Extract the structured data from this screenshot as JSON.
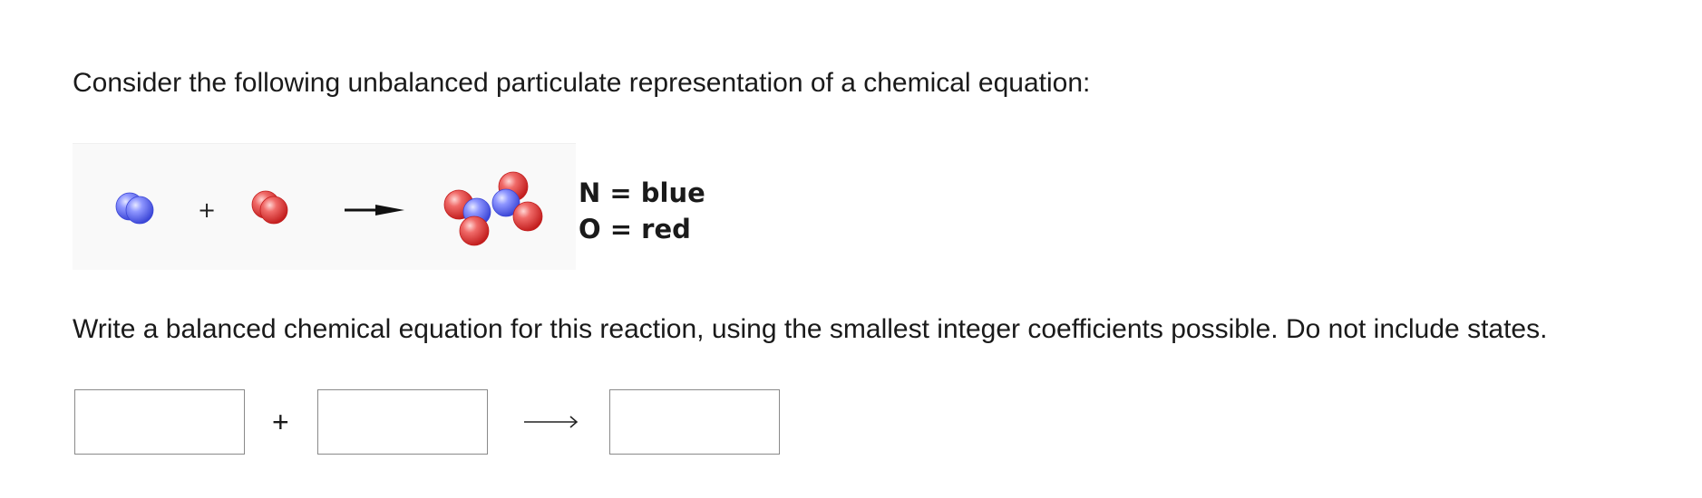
{
  "question": {
    "prompt": "Consider the following unbalanced particulate representation of a chemical equation:",
    "instruction": "Write a balanced chemical equation for this reaction, using the smallest integer coefficients possible. Do not include states."
  },
  "figure": {
    "plus_sign": "+",
    "arrow": "reaction-arrow",
    "atom_colors": {
      "N": "#5c68f2",
      "O": "#e8403f"
    }
  },
  "legend": {
    "nitrogen": "N = blue",
    "oxygen": "O = red"
  },
  "answer": {
    "reactant_1": "",
    "reactant_2": "",
    "product": "",
    "plus": "+",
    "arrow_icon": "long-right-arrow-icon"
  }
}
